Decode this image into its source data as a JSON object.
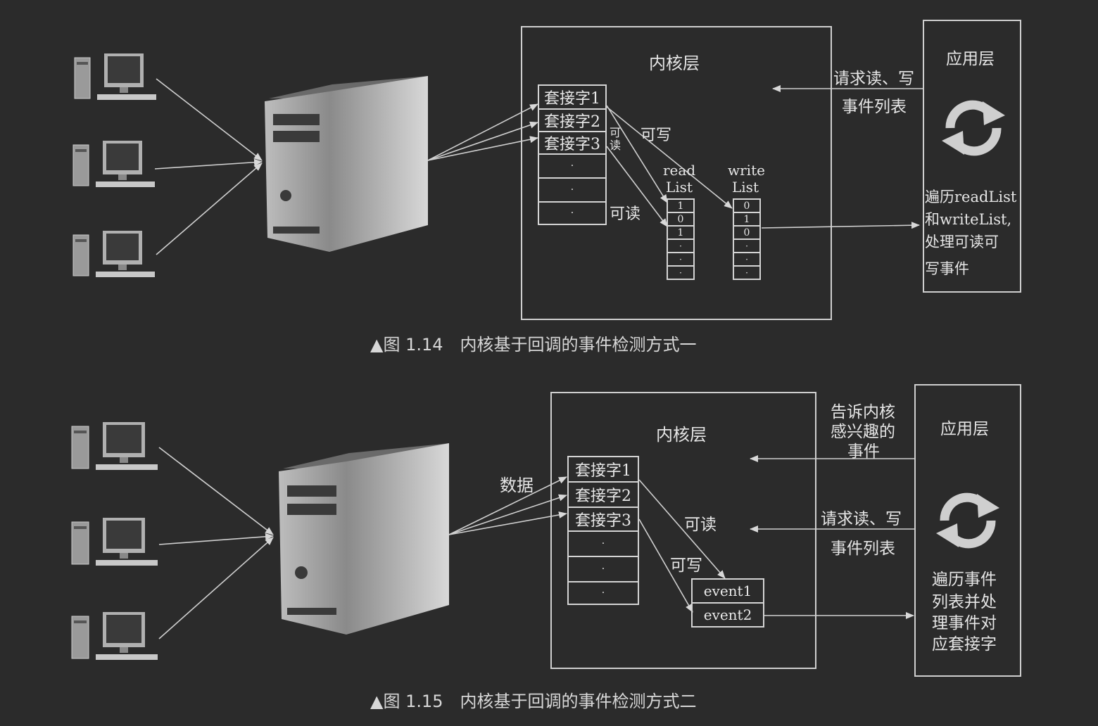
{
  "figure1": {
    "kernel_label": "内核层",
    "app_label": "应用层",
    "sockets": [
      "套接字1",
      "套接字2",
      "套接字3",
      "·",
      "·",
      "·"
    ],
    "readable_v": "可读",
    "writable": "可写",
    "readable": "可读",
    "read_list": {
      "title1": "read",
      "title2": "List",
      "bits": [
        "1",
        "0",
        "1",
        "·",
        "·",
        "·"
      ]
    },
    "write_list": {
      "title1": "write",
      "title2": "List",
      "bits": [
        "0",
        "1",
        "0",
        "·",
        "·",
        "·"
      ]
    },
    "request_line1": "请求读、写",
    "request_line2": "事件列表",
    "app_desc": [
      "遍历readList",
      "和writeList,",
      "处理可读可",
      "写事件"
    ],
    "caption": "▲图 1.14　内核基于回调的事件检测方式一"
  },
  "figure2": {
    "kernel_label": "内核层",
    "app_label": "应用层",
    "data_label": "数据",
    "sockets": [
      "套接字1",
      "套接字2",
      "套接字3",
      "·",
      "·",
      "·"
    ],
    "readable": "可读",
    "writable": "可写",
    "events": [
      "event1",
      "event2"
    ],
    "tell_lines": [
      "告诉内核",
      "感兴趣的",
      "事件"
    ],
    "request_line1": "请求读、写",
    "request_line2": "事件列表",
    "app_desc": [
      "遍历事件",
      "列表并处",
      "理事件对",
      "应套接字"
    ],
    "caption": "▲图 1.15　内核基于回调的事件检测方式二"
  },
  "icons": [
    "desktop-computer-icon",
    "server-tower-icon",
    "refresh-cycle-icon"
  ]
}
